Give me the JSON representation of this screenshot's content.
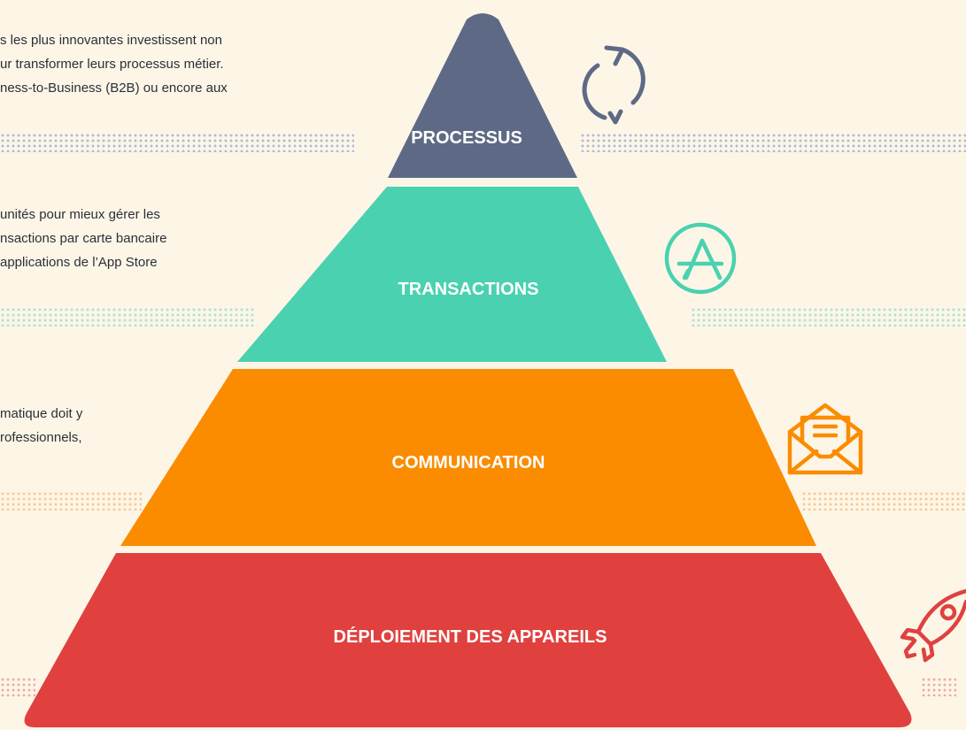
{
  "colors": {
    "background": "#fdf6e7",
    "processus": "#5e6a85",
    "transactions": "#4ad1b0",
    "communication": "#fb8c00",
    "deploiement": "#e0413f"
  },
  "pyramid": {
    "layers": [
      {
        "label": "PROCESSUS",
        "icon": "sync-icon"
      },
      {
        "label": "TRANSACTIONS",
        "icon": "app-store-icon"
      },
      {
        "label": "COMMUNICATION",
        "icon": "open-envelope-icon"
      },
      {
        "label": "DÉPLOIEMENT DES APPAREILS",
        "icon": "rocket-icon"
      }
    ]
  },
  "side_text": {
    "processus": [
      "s les plus innovantes investissent non",
      "ur transformer leurs processus métier.",
      "ness-to-Business (B2B) ou encore aux"
    ],
    "transactions": [
      "unités pour mieux gérer les",
      "nsactions par carte bancaire",
      " applications de l’App Store"
    ],
    "communication": [
      "matique doit y",
      "rofessionnels,"
    ]
  }
}
